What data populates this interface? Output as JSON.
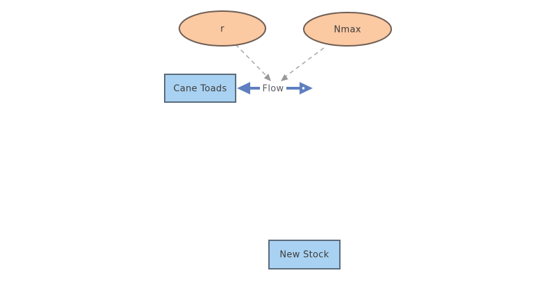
{
  "palette": {
    "background": "#ffffff",
    "variable_fill": "#fbc9a2",
    "variable_stroke": "#6e5d54",
    "stock_fill": "#a9d2f2",
    "stock_stroke": "#5b6b7c",
    "flow_color": "#5f7fc1",
    "flow_label_color": "#5b5c66",
    "link_color": "#ababab",
    "link_arrow_color": "#999999",
    "node_label_color": "#3c3c3c"
  },
  "nodes": {
    "r": {
      "label": "r",
      "type": "variable"
    },
    "nmax": {
      "label": "Nmax",
      "type": "variable"
    },
    "cane_toads": {
      "label": "Cane Toads",
      "type": "stock"
    },
    "new_stock": {
      "label": "New Stock",
      "type": "stock"
    },
    "flow": {
      "label": "Flow",
      "type": "flow"
    }
  },
  "links": [
    {
      "from": "r",
      "to": "Flow"
    },
    {
      "from": "Nmax",
      "to": "Flow"
    }
  ]
}
